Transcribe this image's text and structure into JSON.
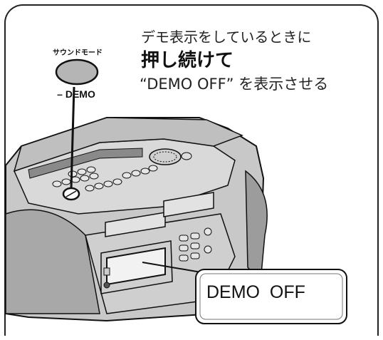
{
  "button": {
    "top_label": "サウンドモード",
    "bottom_label": "– DEMO"
  },
  "instructions": {
    "line1": "デモ表示をしているときに",
    "line2": "押し続けて",
    "line3": "“DEMO OFF” を表示させる"
  },
  "display_callout": {
    "text": "DEMO  OFF"
  },
  "colors": {
    "button_fill": "#b5b5b5",
    "device_light": "#d6d6d6",
    "device_mid": "#bdbdbd",
    "device_dark": "#9a9a9a",
    "callout_fill": "#ffffff",
    "outline": "#111111"
  }
}
